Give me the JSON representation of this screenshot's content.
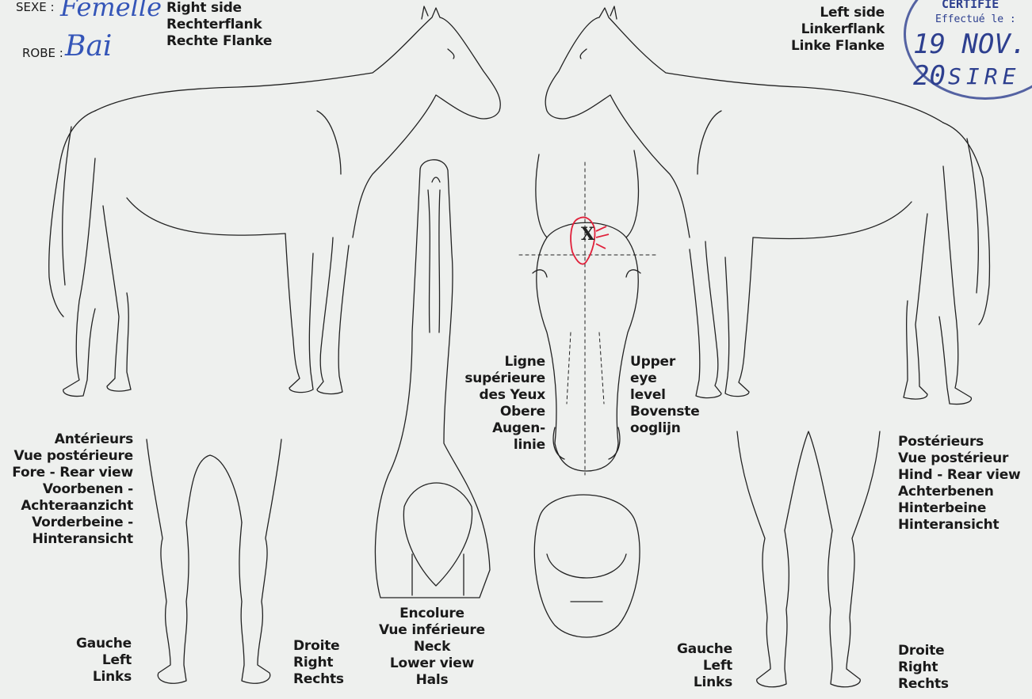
{
  "header": {
    "sexe_label": "SEXE :",
    "sexe_value": "Femelle",
    "robe_label": "ROBE :",
    "robe_value": "Bai"
  },
  "right_side": {
    "lines": [
      "Right side",
      "Rechterflank",
      "Rechte Flanke"
    ]
  },
  "left_side": {
    "lines": [
      "Left side",
      "Linkerflank",
      "Linke Flanke"
    ]
  },
  "stamp": {
    "top": "CERTIFIE",
    "middle": "Effectué le :",
    "date": "19 NOV. 20",
    "bottom": "SIRE"
  },
  "eye_left": {
    "lines": [
      "Ligne",
      "supérieure",
      "des Yeux",
      "Obere",
      "Augen-",
      "linie"
    ]
  },
  "eye_right": {
    "lines": [
      "Upper",
      "eye",
      "level",
      "Bovenste",
      "ooglijn"
    ]
  },
  "fore": {
    "lines": [
      "Antérieurs",
      "Vue postérieure",
      "Fore - Rear view",
      "Voorbenen -",
      "Achteraanzicht",
      "Vorderbeine -",
      "Hinteransicht"
    ]
  },
  "hind": {
    "lines": [
      "Postérieurs",
      "Vue postérieur",
      "Hind - Rear view",
      "Achterbenen",
      "Hinterbeine",
      "Hinteransicht"
    ]
  },
  "neck": {
    "lines": [
      "Encolure",
      "Vue inférieure",
      "Neck",
      "Lower view",
      "Hals"
    ]
  },
  "fore_left": {
    "lines": [
      "Gauche",
      "Left",
      "Links"
    ]
  },
  "fore_right": {
    "lines": [
      "Droite",
      "Right",
      "Rechts"
    ]
  },
  "hind_left": {
    "lines": [
      "Gauche",
      "Left",
      "Links"
    ]
  },
  "hind_right": {
    "lines": [
      "Droite",
      "Right",
      "Rechts"
    ]
  },
  "marking": {
    "symbol": "X",
    "color": "#e0203a"
  }
}
